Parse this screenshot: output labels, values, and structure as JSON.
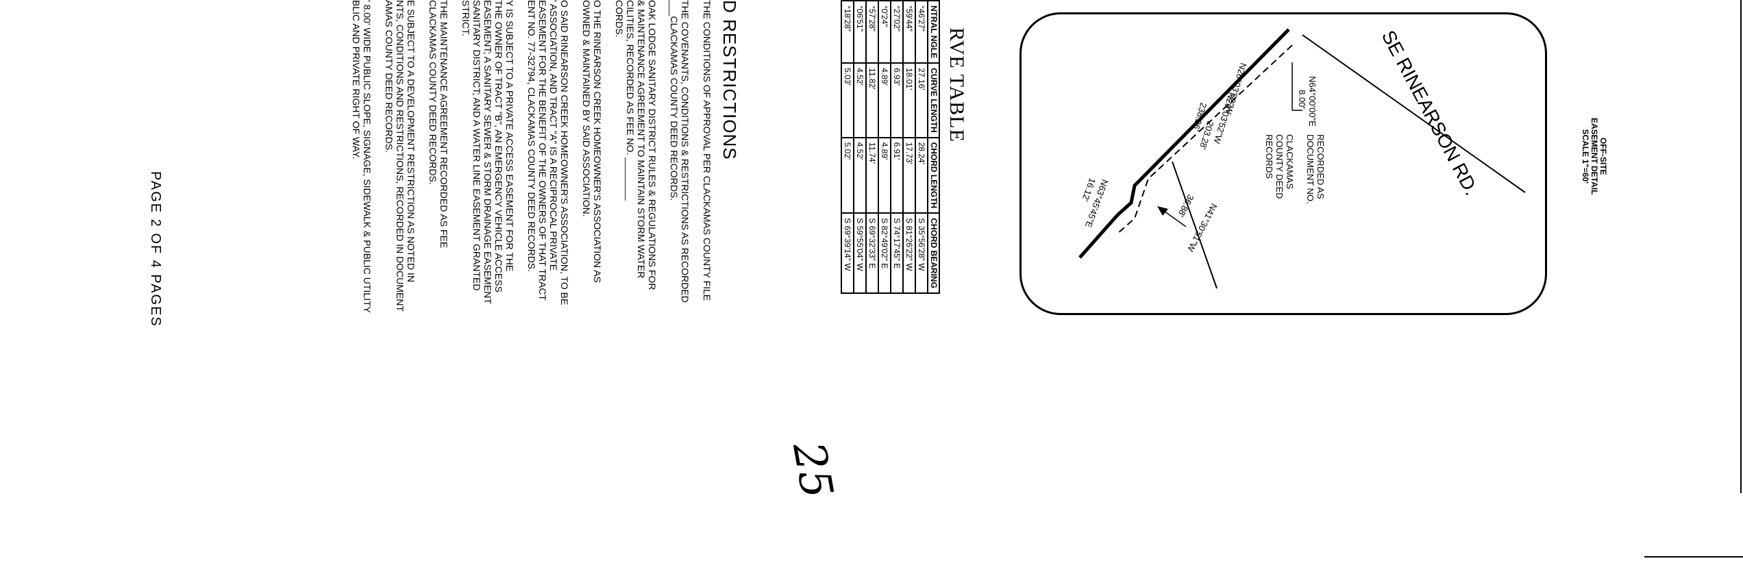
{
  "detail": {
    "title": "OFF-SITE",
    "subtitle": "EASEMENT DETAIL",
    "scale": "SCALE 1\"=60'",
    "road": "SE RINEARSON RD.",
    "recorded": [
      "RECORDED AS",
      "DOCUMENT NO.",
      "",
      "CLACKAMAS",
      "COUNTY DEED",
      "RECORDS"
    ],
    "bearing_top": "N64°00'00\"E",
    "width_top": "8.00'",
    "bearing_main": "N26°03'52\"W",
    "dist_main": "238.26'",
    "bearing_inner": "N26°03'52\"W",
    "dist_inner": "203.28'",
    "bearing_lower": "N41°30'51\"W",
    "dist_lower": "36.88'",
    "bearing_bottom": "N63°45'45\"E",
    "dist_bottom": "16.12'"
  },
  "curve_table": {
    "title": "RVE TABLE",
    "headers": [
      "NTRAL NGLE",
      "CURVE LENGTH",
      "CHORD LENGTH",
      "CHORD BEARING"
    ],
    "rows": [
      [
        "°46'27\"",
        "27.16'",
        "28.24'",
        "S 35°56'28\" W"
      ],
      [
        "°59'44\"",
        "18.01'",
        "17.73'",
        "S 81°26'22\" W"
      ],
      [
        "°27'02\"",
        "6.93'",
        "6.91'",
        "S 74°17'45\" E"
      ],
      [
        "°0'24\"",
        "4.89'",
        "4.89'",
        "S 82°49'02\" E"
      ],
      [
        "°57'28\"",
        "11.82'",
        "11.74'",
        "S 69°32'33\" E"
      ],
      [
        "°06'51\"",
        "4.52'",
        "4.52'",
        "S 59°55'04\" W"
      ],
      [
        "°18'28\"",
        "5.03'",
        "5.02'",
        "S 69°39'14\" W"
      ]
    ]
  },
  "restrictions": {
    "title": "D RESTRICTIONS",
    "lines": [
      "THE CONDITIONS OF APPROVAL PER CLACKAMAS COUNTY FILE",
      "",
      "THE COVENANTS, CONDITIONS & RESTRICTIONS AS RECORDED",
      "___CLACKAMAS COUNTY DEED RECORDS.",
      "",
      "OAK LODGE SANITARY DISTRICT RULES & REGULATIONS FOR",
      "& MAINTENANCE AGREEMENT TO MAINTAIN STORM WATER",
      "CILITIES, RECORDED AS FEE NO. ________",
      "CORDS.",
      "",
      "O THE RINEARSON CREEK HOMEOWNER'S ASSOCIATION AS",
      "OWNED & MAINTAINED BY SAID ASSOCIATION.",
      "",
      "O SAID RINEARSON CREEK HOMEOWNER'S ASSOCIATION, TO BE",
      "' ASSOCIATION, AND TRACT \"A\" IS A RECIPROCAL PRIVATE",
      "EASEMENT FOR THE BENEFIT OF THE OWNERS OF THAT TRACT",
      "ENT NO. 77-32794, CLACKAMAS COUNTY DEED RECORDS.",
      "",
      "Y IS SUBJECT TO A PRIVATE ACCESS EASEMENT FOR THE",
      "THE OWNER OF TRACT \"B\", AN EMERGENCY VEHICLE ACCESS",
      "EASEMENT; A SANITARY SEWER & STORM DRAINAGE EASEMENT",
      "SANITARY DISTRICT; AND A WATER LINE EASEMENT GRANTED",
      "STRICT.",
      "",
      "THE MAINTENANCE AGREEMENT RECORDED AS FEE",
      "CLACKAMAS COUNTY DEED RECORDS.",
      "",
      "E SUBJECT TO A DEVELOPMENT RESTRICTION AS NOTED IN",
      "NTS, CONDITIONS AND RESTRICTIONS, RECORDED IN DOCUMENT",
      "AMAS COUNTY DEED RECORDS.",
      "",
      "' 8.00' WIDE PUBLIC SLOPE, SIGNAGE, SIDEWALK & PUBLIC UTILITY",
      "BLIC AND PRIVATE RIGHT OF WAY."
    ]
  },
  "page_number": "PAGE 2 OF 4 PAGES",
  "signature": "25"
}
